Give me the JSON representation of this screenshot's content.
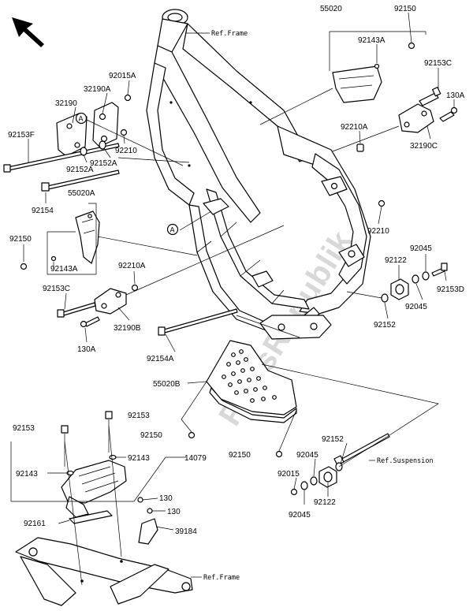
{
  "diagram": {
    "parts": {
      "p55020": "55020",
      "p92150_top": "92150",
      "p92143A_top": "92143A",
      "p92153C": "92153C",
      "p130A_right": "130A",
      "p92210A_right": "92210A",
      "p32190C": "32190C",
      "p92015A": "92015A",
      "p32190A": "32190A",
      "p32190": "32190",
      "p92153F": "92153F",
      "p92210_left": "92210",
      "p92152A_1": "92152A",
      "p92152A_2": "92152A",
      "p92154": "92154",
      "p55020A": "55020A",
      "p92150_left": "92150",
      "p92143A_left": "92143A",
      "p92153C_left": "92153C",
      "p92210A_left": "92210A",
      "p32190B": "32190B",
      "p130A_left": "130A",
      "p92210_right": "92210",
      "p92122_right": "92122",
      "p92045_a": "92045",
      "p92045_b": "92045",
      "p92153D": "92153D",
      "p92152_right": "92152",
      "p92154A": "92154A",
      "p55020B": "55020B",
      "p92150_mid1": "92150",
      "p92150_mid2": "92150",
      "p92153_a": "92153",
      "p92153_b": "92153",
      "p92143_a": "92143",
      "p92143_b": "92143",
      "p14079": "14079",
      "p92161": "92161",
      "p130_a": "130",
      "p130_b": "130",
      "p39184": "39184",
      "p92152_low": "92152",
      "p92045_c": "92045",
      "p92015": "92015",
      "p92122_low": "92122",
      "p92045_d": "92045"
    },
    "refs": {
      "ref_frame_top": "Ref.Frame",
      "ref_suspension": "Ref.Suspension",
      "ref_frame_bottom": "Ref.Frame"
    },
    "markers": {
      "a_upper": "A",
      "a_lower": "A"
    },
    "watermark": "PartsRepublik"
  }
}
